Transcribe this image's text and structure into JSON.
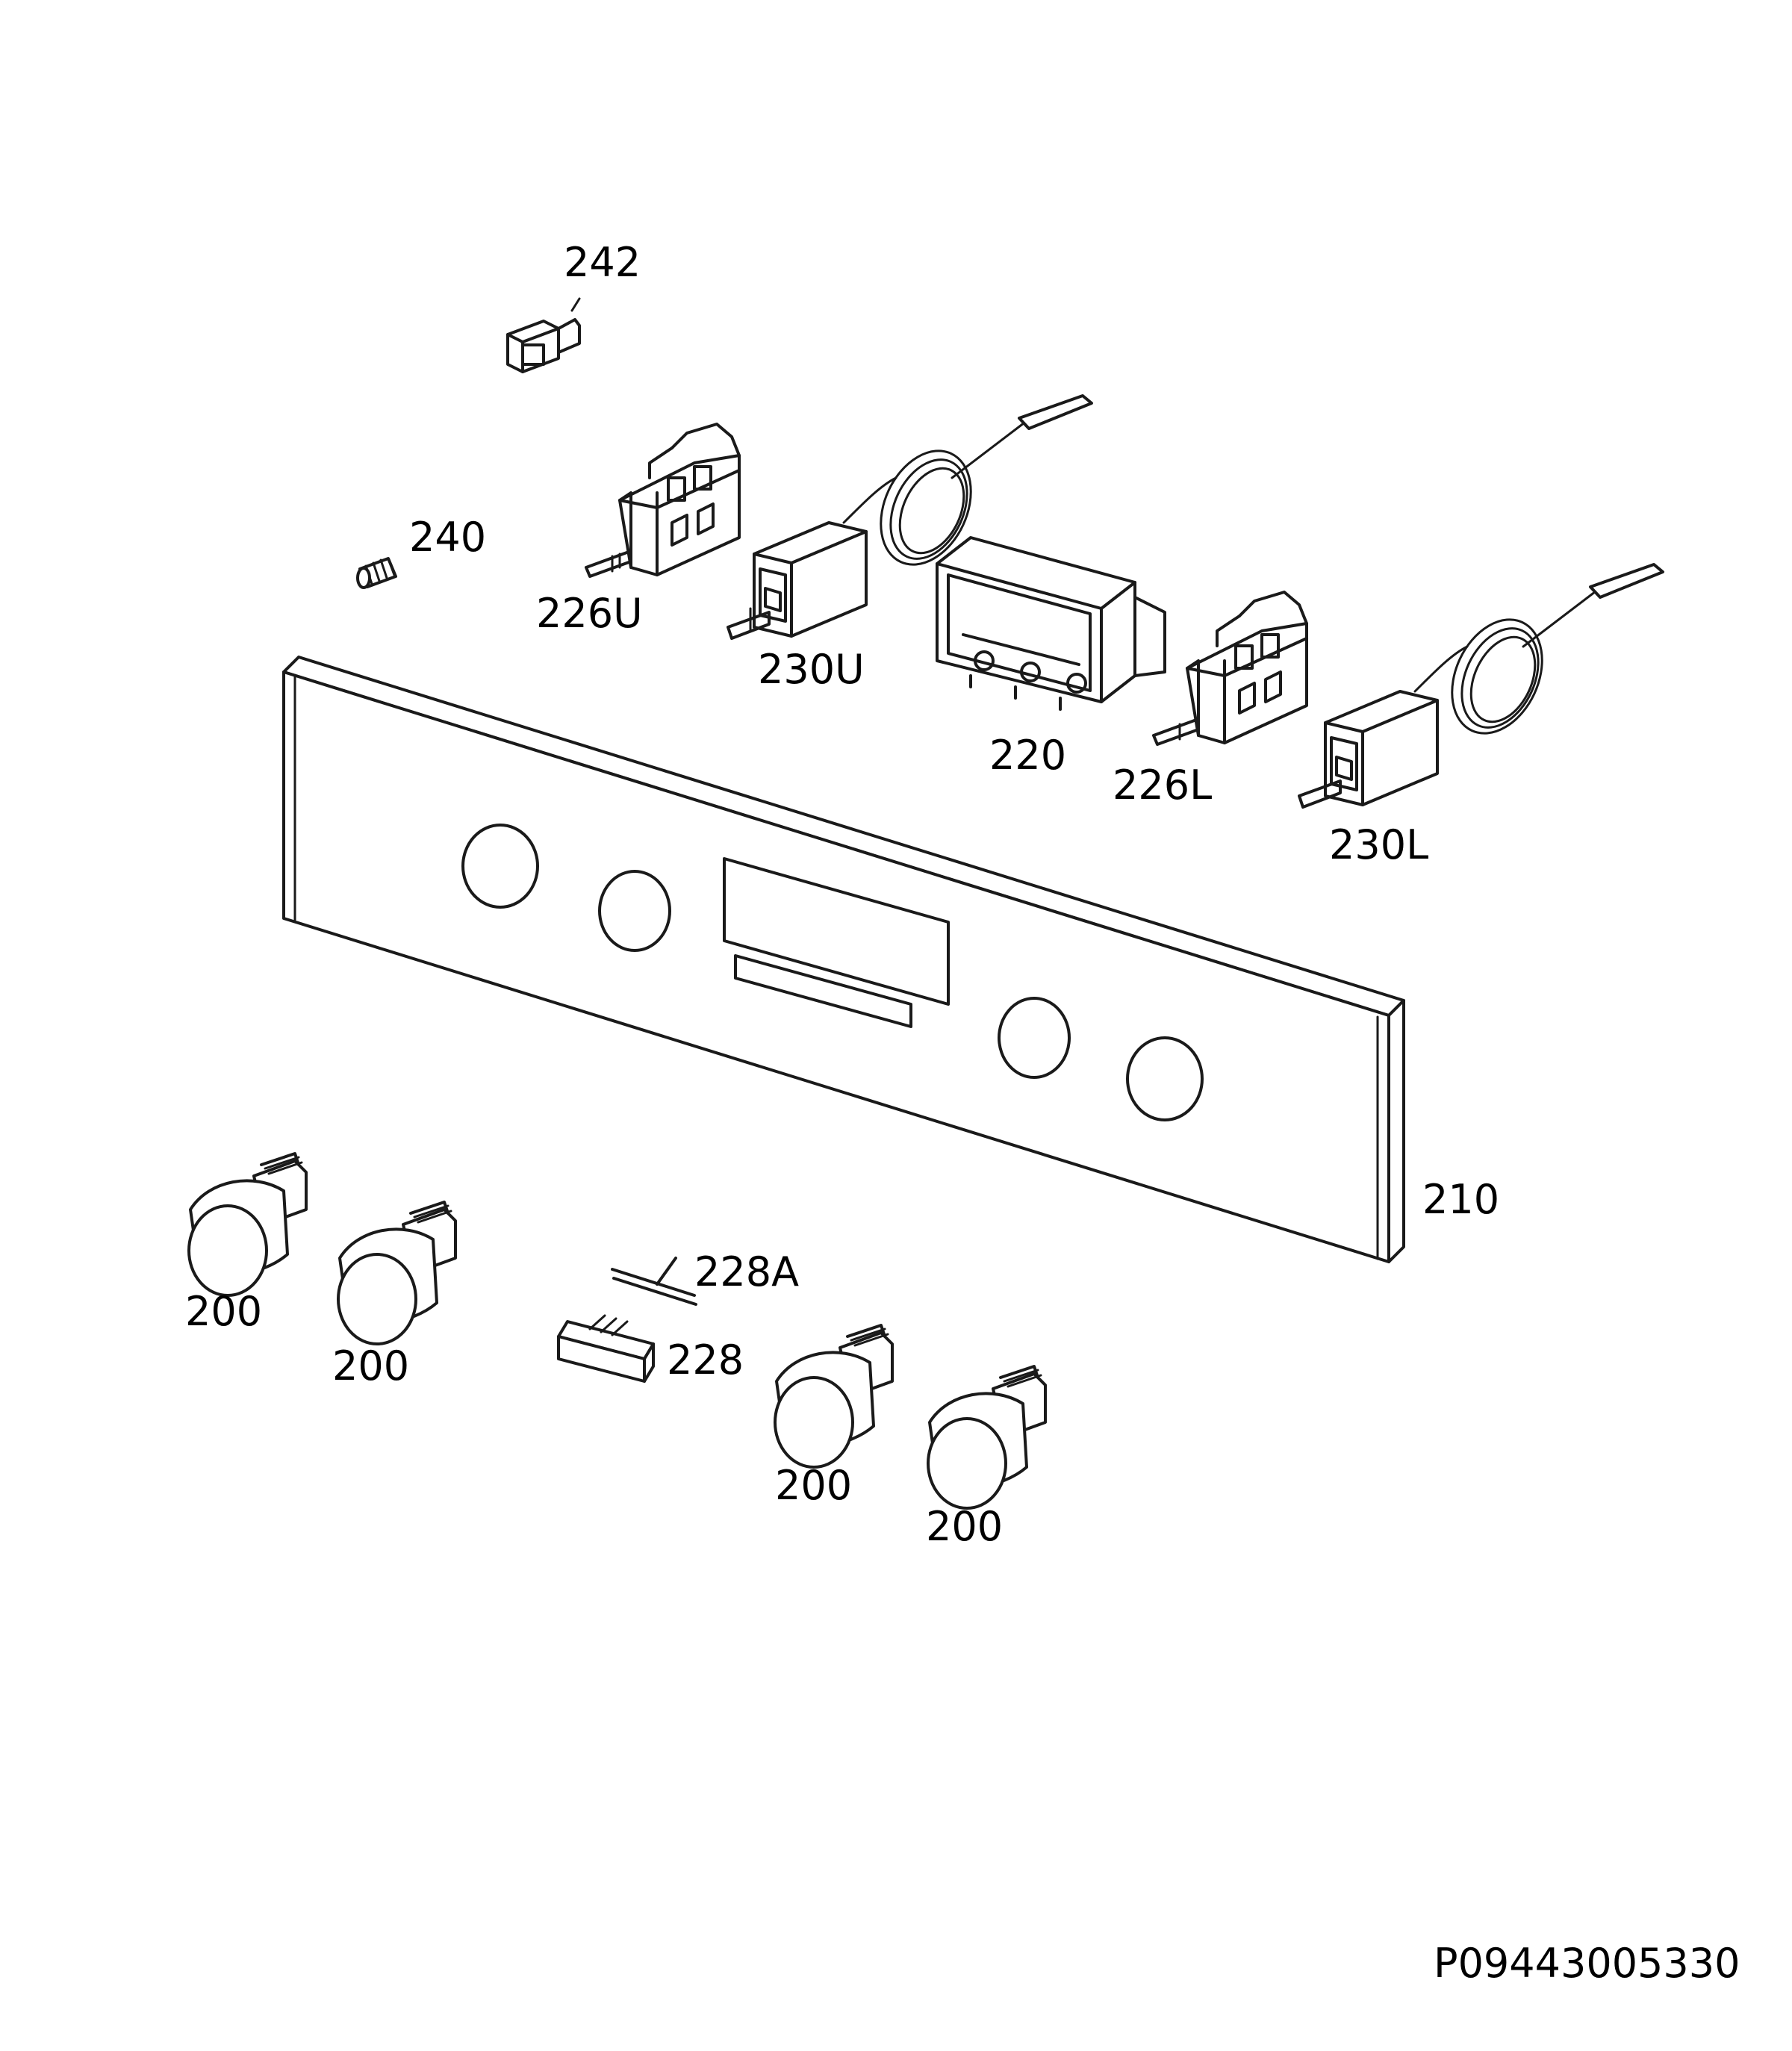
{
  "labels": {
    "l242": "242",
    "l240": "240",
    "l226u": "226U",
    "l230u": "230U",
    "l220": "220",
    "l226l": "226L",
    "l230l": "230L",
    "l210": "210",
    "l228a": "228A",
    "l228": "228",
    "l200a": "200",
    "l200b": "200",
    "l200c": "200",
    "l200d": "200"
  },
  "reference_code": "P09443005330"
}
